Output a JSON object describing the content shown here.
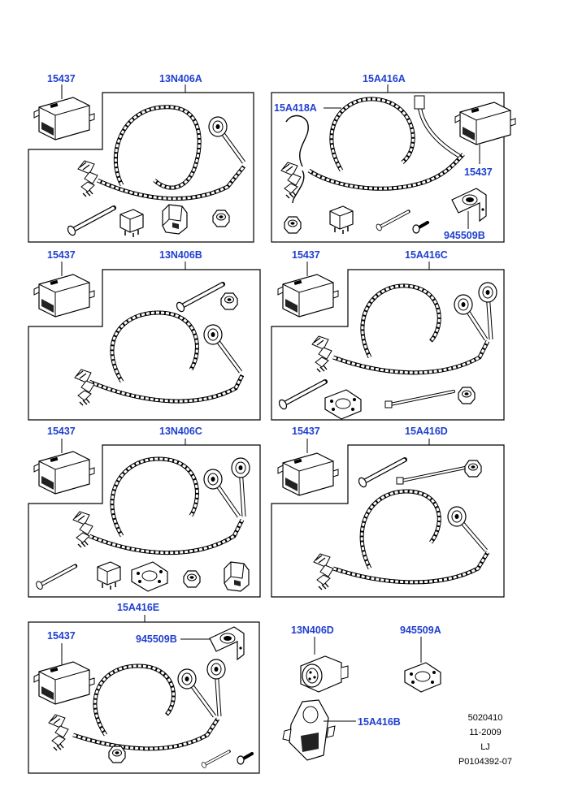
{
  "panels": [
    {
      "module_label": "15437",
      "kit_label": "13N406A"
    },
    {
      "kit_label": "15A416A",
      "sub_label": "15A418A",
      "module_label": "15437",
      "bracket_label": "945509B"
    },
    {
      "module_label": "15437",
      "kit_label": "13N406B"
    },
    {
      "module_label": "15437",
      "kit_label": "15A416C"
    },
    {
      "module_label": "15437",
      "kit_label": "13N406C"
    },
    {
      "module_label": "15437",
      "kit_label": "15A416D"
    },
    {
      "kit_label": "15A416E",
      "module_label": "15437",
      "bracket_label": "945509B"
    }
  ],
  "loose_parts": {
    "socket_label": "13N406D",
    "plate_label": "945509A",
    "housing_label": "15A416B"
  },
  "meta": {
    "code": "5020410",
    "date": "11-2009",
    "initials": "LJ",
    "ref": "P0104392-07"
  }
}
